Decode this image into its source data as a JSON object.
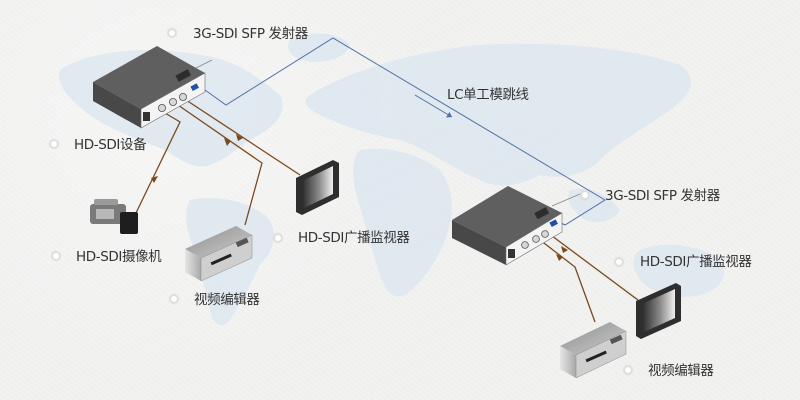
{
  "diagram": {
    "title": "3G-SDI SFP transmitter fiber link topology",
    "colors": {
      "fiber": "#4f6fa6",
      "coax": "#7a4a1c",
      "map": "#dde7f0",
      "device_body": "#5c5c5c",
      "label_text": "#333333"
    },
    "labels": {
      "sfp_tx_left": "3G-SDI SFP 发射器",
      "hd_sdi_device": "HD-SDI设备",
      "hd_sdi_camera": "HD-SDI摄像机",
      "monitor_left": "HD-SDI广播监视器",
      "editor_left": "视频编辑器",
      "fiber_cable": "LC单工模跳线",
      "sfp_tx_right": "3G-SDI SFP 发射器",
      "monitor_right": "HD-SDI广播监视器",
      "editor_right": "视频编辑器"
    },
    "nodes": [
      {
        "id": "converter-left",
        "type": "sdi-fiber-converter"
      },
      {
        "id": "camera",
        "type": "camcorder"
      },
      {
        "id": "monitor-left",
        "type": "broadcast-monitor"
      },
      {
        "id": "editor-left",
        "type": "video-editor"
      },
      {
        "id": "converter-right",
        "type": "sdi-fiber-converter"
      },
      {
        "id": "monitor-right",
        "type": "broadcast-monitor"
      },
      {
        "id": "editor-right",
        "type": "video-editor"
      }
    ],
    "edges": [
      {
        "from": "converter-left",
        "to": "converter-right",
        "medium": "fiber",
        "label_key": "fiber_cable"
      },
      {
        "from": "converter-left",
        "to": "camera",
        "medium": "coax"
      },
      {
        "from": "converter-left",
        "to": "editor-left",
        "medium": "coax"
      },
      {
        "from": "converter-left",
        "to": "monitor-left",
        "medium": "coax"
      },
      {
        "from": "converter-right",
        "to": "editor-right",
        "medium": "coax"
      },
      {
        "from": "converter-right",
        "to": "monitor-right",
        "medium": "coax"
      }
    ]
  }
}
